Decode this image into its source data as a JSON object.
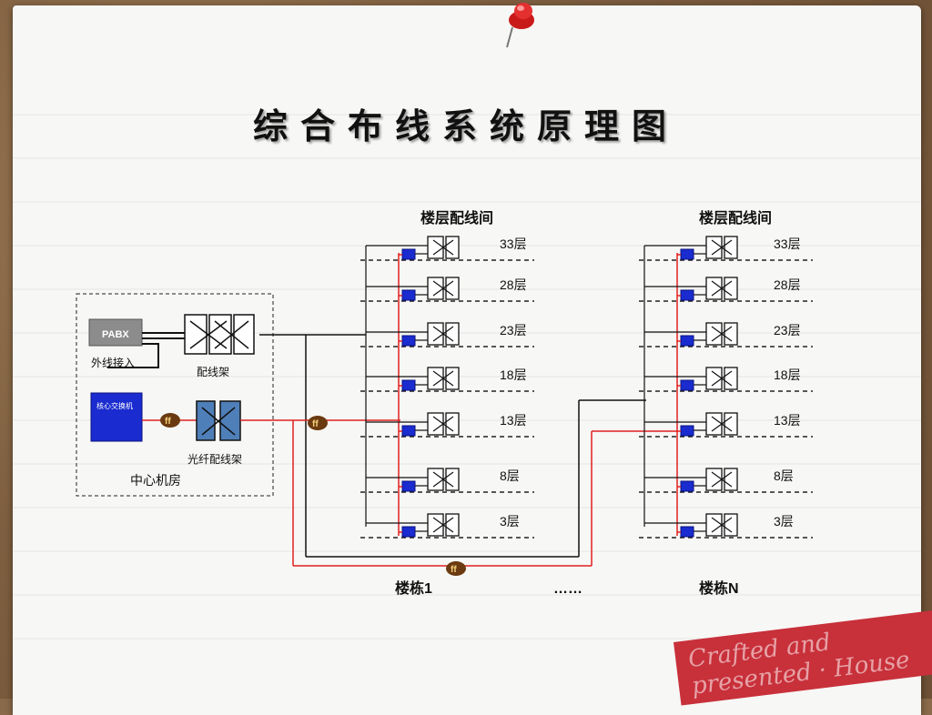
{
  "title": "综合布线系统原理图",
  "central_room": {
    "label": "中心机房",
    "pabx": "PABX",
    "external_line": "外线接入",
    "patch_panel": "配线架",
    "core_switch": "核心交换机",
    "fiber_panel": "光纤配线架"
  },
  "buildings": [
    {
      "name": "楼栋1",
      "header": "楼层配线间",
      "floors": [
        "33层",
        "28层",
        "23层",
        "18层",
        "13层",
        "8层",
        "3层"
      ]
    },
    {
      "name": "楼栋N",
      "header": "楼层配线间",
      "floors": [
        "33层",
        "28层",
        "23层",
        "18层",
        "13层",
        "8层",
        "3层"
      ]
    }
  ],
  "ellipsis": "……",
  "stamp_text": "Crafted and presented · House",
  "colors": {
    "fiber": "#e02020",
    "copper": "#111111",
    "switch_blue": "#1a2ccf",
    "fiber_panel": "#4f7fb8"
  }
}
